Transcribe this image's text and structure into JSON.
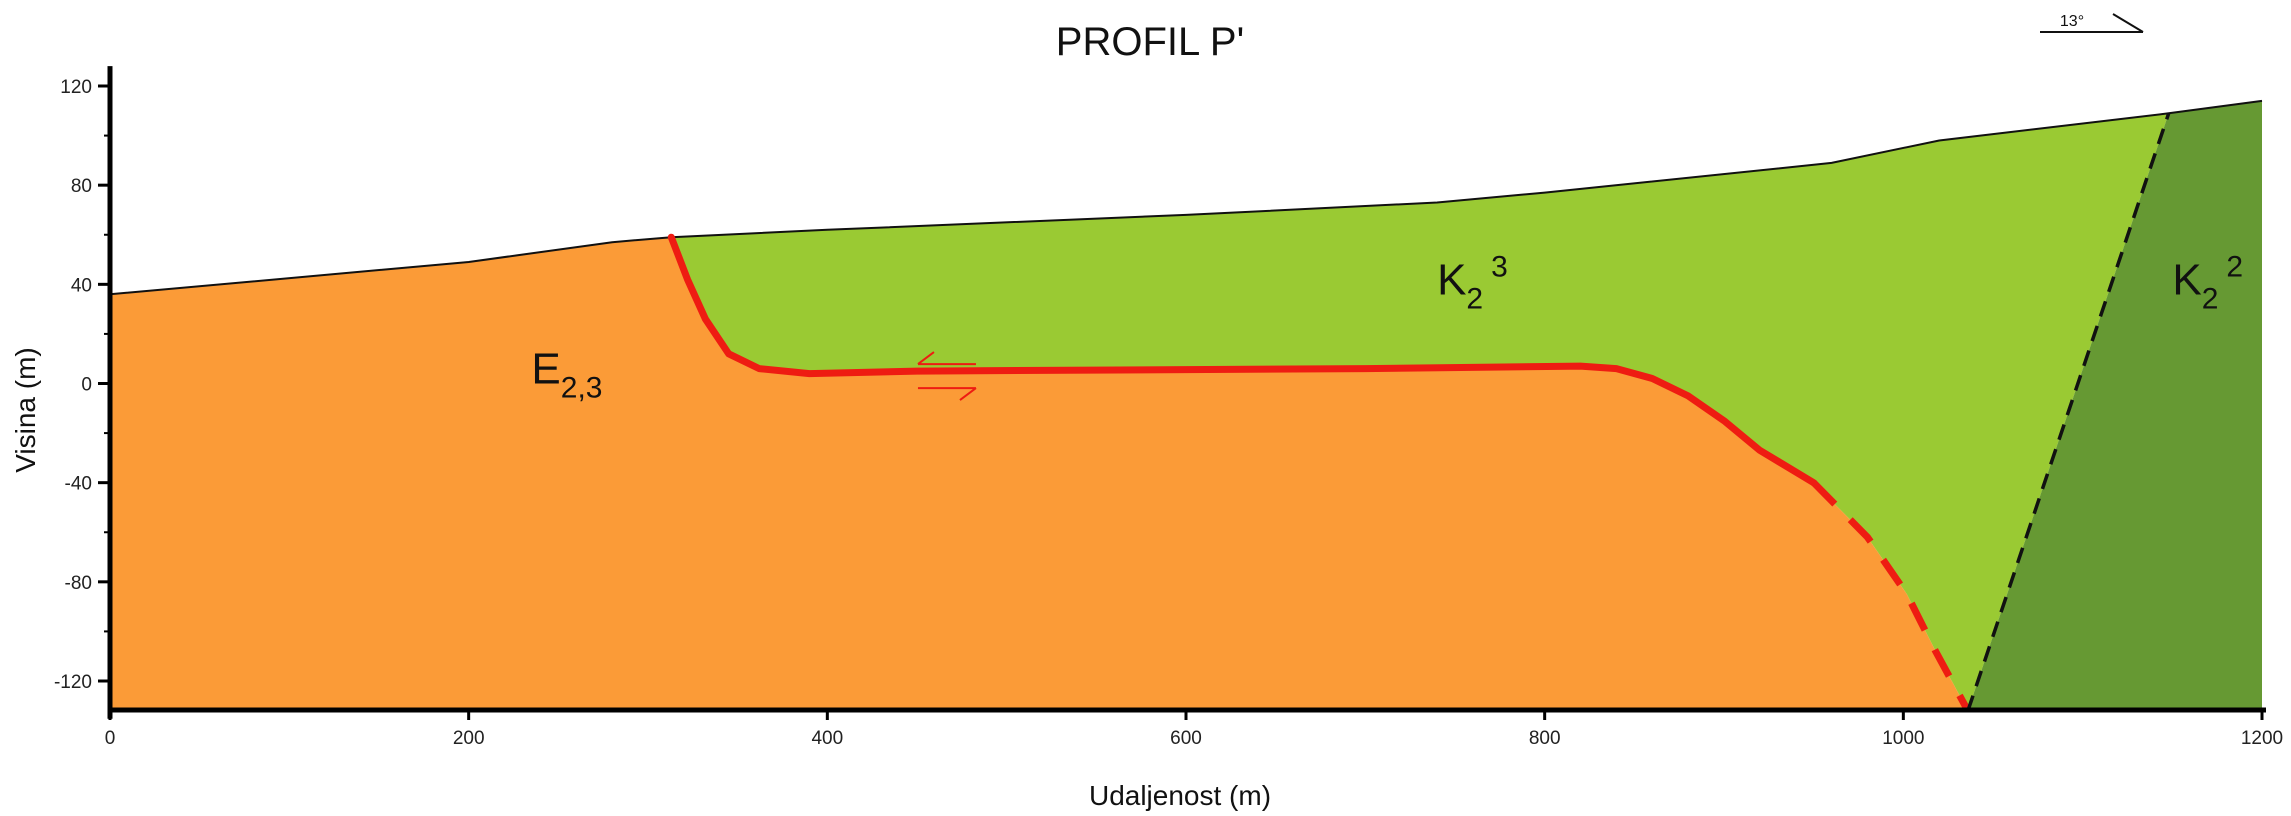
{
  "chart_data": {
    "type": "diagram",
    "title": "PROFIL P'",
    "xlabel": "Udaljenost (m)",
    "ylabel": "Visina (m)",
    "xlim": [
      0,
      1200
    ],
    "ylim": [
      -130,
      125
    ],
    "xticks": [
      0,
      200,
      400,
      600,
      800,
      1000,
      1200
    ],
    "yticks": [
      120,
      80,
      40,
      0,
      -40,
      -80,
      -120
    ],
    "dip": "13°",
    "colors": {
      "e23": "#FB9B37",
      "k23": "#9ACA33",
      "k22": "#669933",
      "fault": "#EE1C12",
      "dashed_contact": "#111111",
      "topography": "#111111"
    },
    "topography": [
      {
        "x": 0,
        "y": 36
      },
      {
        "x": 200,
        "y": 49
      },
      {
        "x": 280,
        "y": 57
      },
      {
        "x": 313,
        "y": 59
      },
      {
        "x": 400,
        "y": 62
      },
      {
        "x": 600,
        "y": 68
      },
      {
        "x": 740,
        "y": 73
      },
      {
        "x": 800,
        "y": 77
      },
      {
        "x": 960,
        "y": 89
      },
      {
        "x": 1020,
        "y": 98
      },
      {
        "x": 1148,
        "y": 109
      },
      {
        "x": 1200,
        "y": 114
      }
    ],
    "base_level": -132,
    "fault_solid": [
      {
        "x": 313,
        "y": 59
      },
      {
        "x": 322,
        "y": 42
      },
      {
        "x": 332,
        "y": 26
      },
      {
        "x": 345,
        "y": 12
      },
      {
        "x": 362,
        "y": 6
      },
      {
        "x": 390,
        "y": 4
      },
      {
        "x": 450,
        "y": 5
      },
      {
        "x": 700,
        "y": 6
      },
      {
        "x": 820,
        "y": 7
      },
      {
        "x": 840,
        "y": 6
      },
      {
        "x": 860,
        "y": 2
      },
      {
        "x": 880,
        "y": -5
      },
      {
        "x": 900,
        "y": -15
      },
      {
        "x": 920,
        "y": -27
      },
      {
        "x": 950,
        "y": -40
      }
    ],
    "fault_dashed": [
      {
        "x": 950,
        "y": -40
      },
      {
        "x": 980,
        "y": -62
      },
      {
        "x": 1002,
        "y": -85
      },
      {
        "x": 1018,
        "y": -108
      },
      {
        "x": 1036,
        "y": -132
      }
    ],
    "contact_dashed": [
      {
        "x": 1036,
        "y": -132
      },
      {
        "x": 1148,
        "y": 109
      }
    ],
    "units": [
      {
        "id": "e23",
        "main": "E",
        "sub": "2,3",
        "sup": "",
        "x": 235,
        "y": 0
      },
      {
        "id": "k23",
        "main": "K",
        "sub": "2",
        "sup": "3",
        "x": 740,
        "y": 36
      },
      {
        "id": "k22",
        "main": "K",
        "sub": "2",
        "sup": "2",
        "x": 1150,
        "y": 36
      }
    ],
    "arrow_position": {
      "x": 455,
      "y": 3
    }
  }
}
